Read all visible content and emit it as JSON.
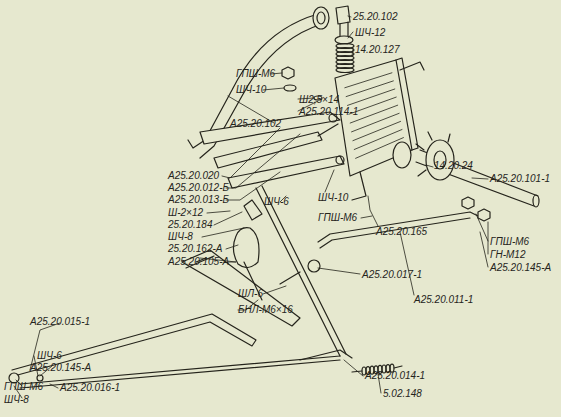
{
  "diagram": {
    "labels": [
      "25.20.102",
      "ШЧ-12",
      "ГПШ-М6",
      "14.20.127",
      "ШЧ-10",
      "Ш2,5×14",
      "А25.20.114-1",
      "А25.20.102",
      "А25.20.020",
      "А25.20.012-Б",
      "А25.20.013-Б",
      "Ш-2×12",
      "25.20.184",
      "ШЧ-8",
      "25.20.162-А",
      "А25.20.105-А",
      "14.20.24",
      "А25.20.101-1",
      "ШЧ-10",
      "ШЧ-6",
      "ГПШ-М6",
      "А25.20.165",
      "ГПШ-М6",
      "ГН-М12",
      "А25.20.145-А",
      "А25.20.011-1",
      "А25.20.017-1",
      "ШЛ-6",
      "БНЛ-М6×16",
      "А25.20.015-1",
      "ШЧ-6",
      "А25.20.145-А",
      "ГПШ-М6",
      "А25.20.016-1",
      "ШЧ-8",
      "А25.20.014-1",
      "5.02.148"
    ]
  }
}
